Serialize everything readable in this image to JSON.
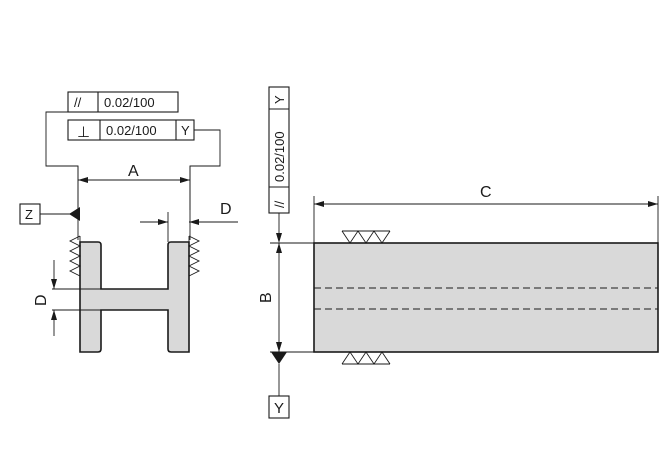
{
  "left_view": {
    "fcf_top": {
      "symbol": "//",
      "tolerance": "0.02/100"
    },
    "fcf_bottom": {
      "symbol": "⊥",
      "tolerance": "0.02/100",
      "datum": "Y"
    },
    "dim_width_label": "A",
    "dim_flange_label": "D",
    "dim_web_label": "D",
    "datum_label": "Z"
  },
  "right_view": {
    "fcf": {
      "symbol": "//",
      "tolerance": "0.02/100",
      "datum": "Y"
    },
    "dim_length_label": "C",
    "dim_height_label": "B",
    "datum_label": "Y"
  },
  "colors": {
    "line": "#1a1a1a",
    "body_fill": "#d9d9d9"
  }
}
